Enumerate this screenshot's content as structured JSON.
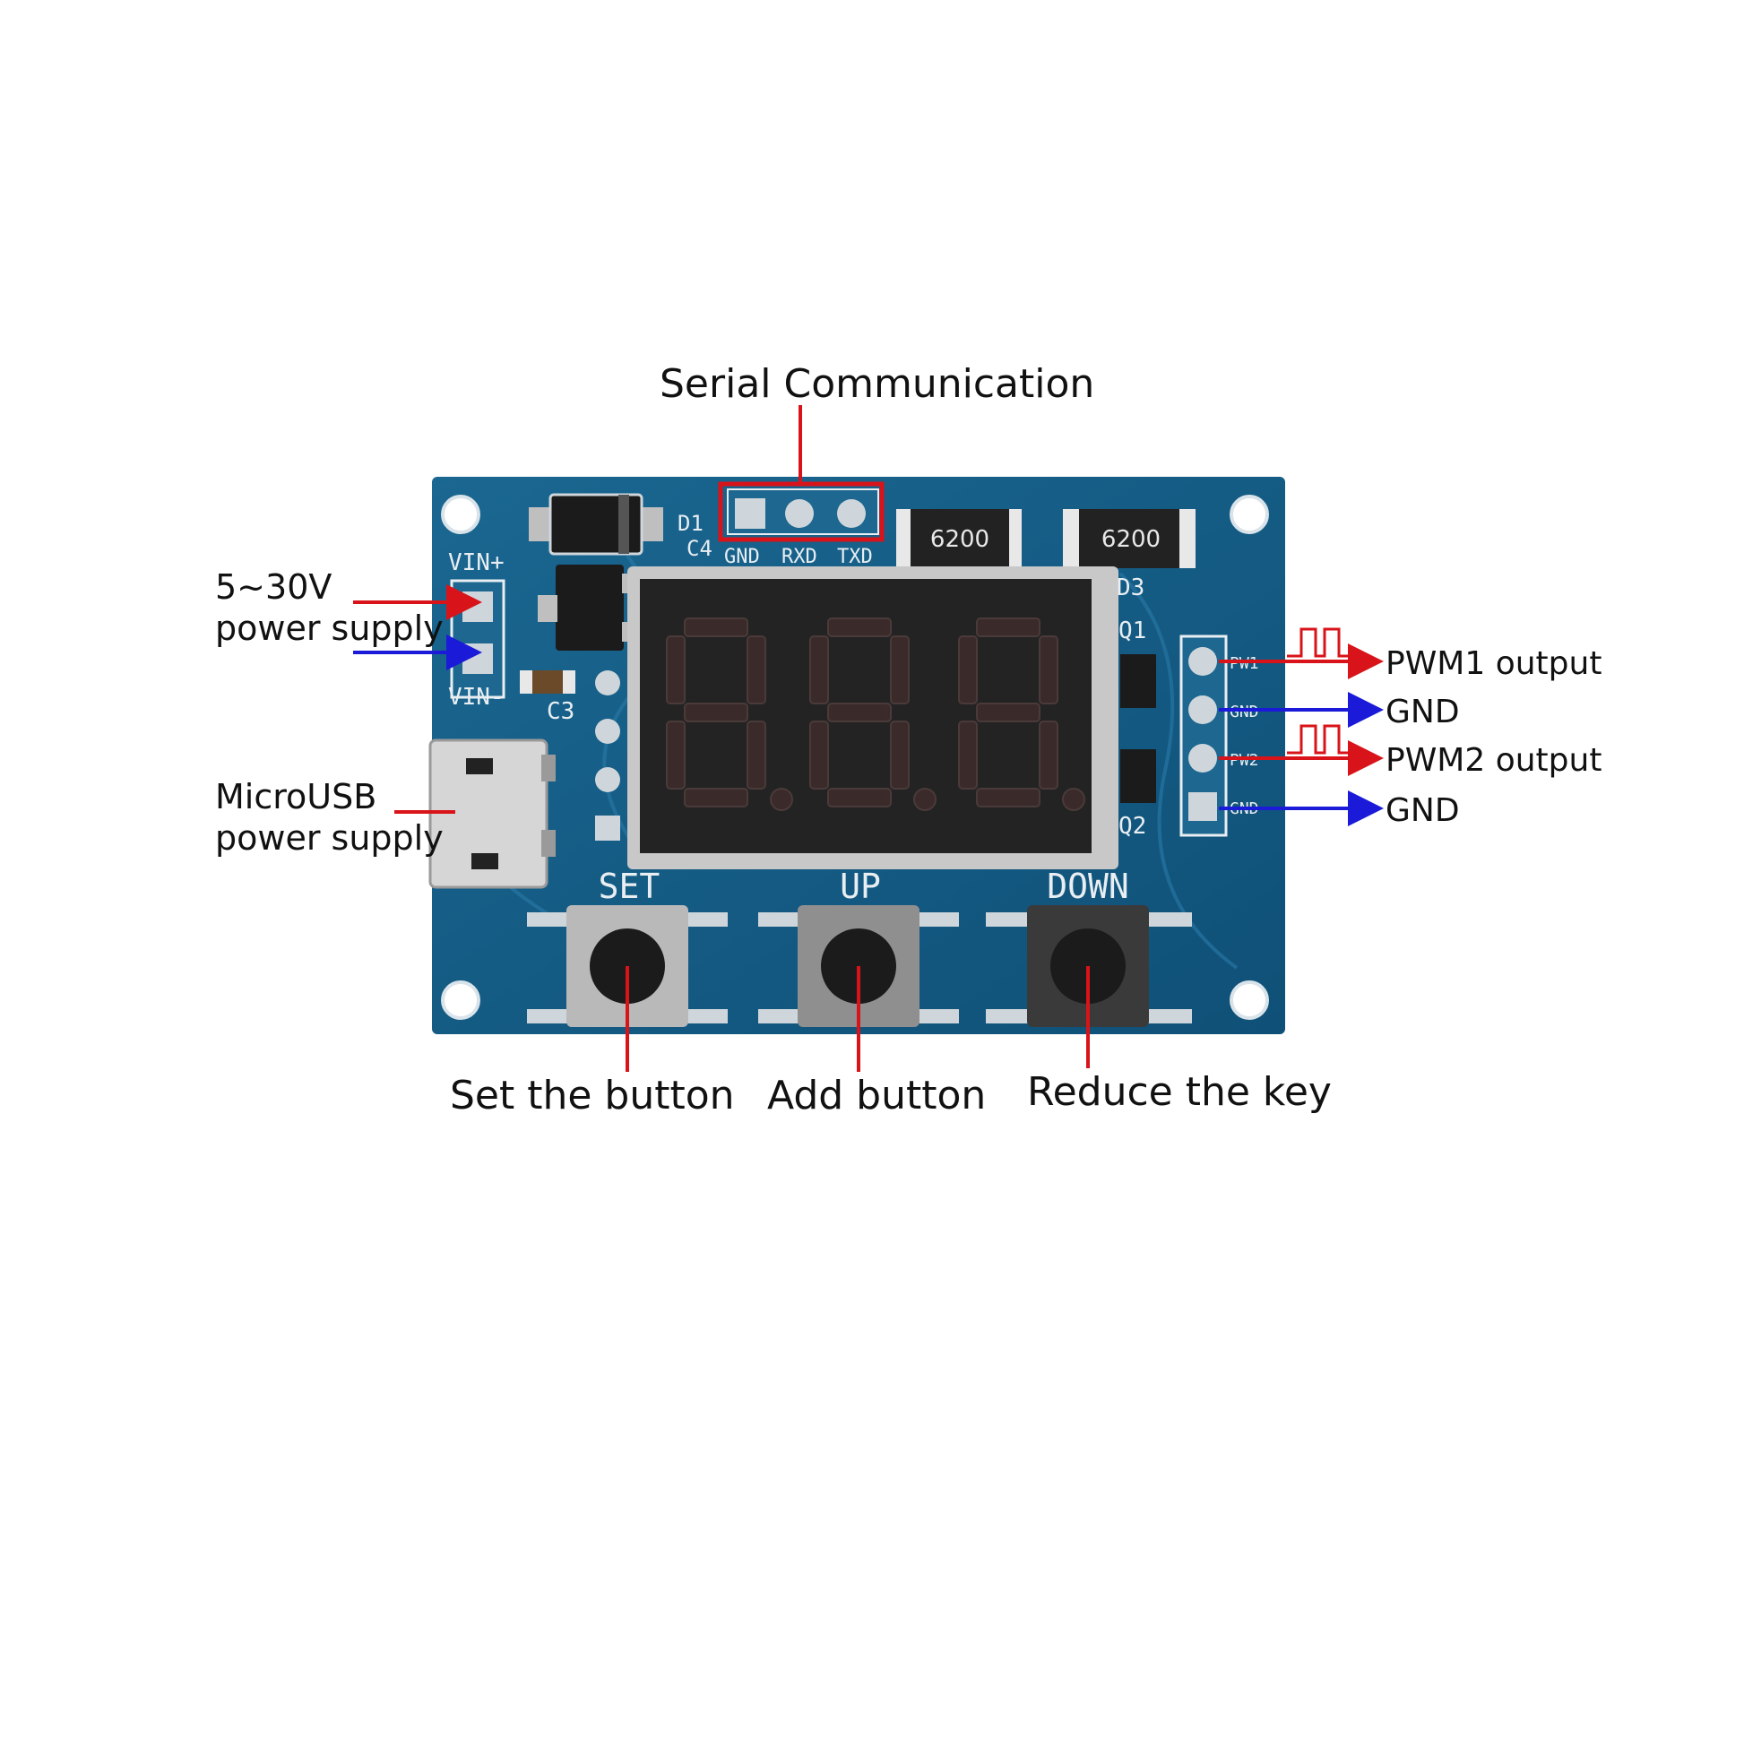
{
  "colors": {
    "pcb": "#145a82",
    "pcb_light": "#1f6f9c",
    "silkscreen": "#e8eef2",
    "red_arrow": "#d8141a",
    "blue_arrow": "#1a1ad8",
    "led_off": "#3a2a2a",
    "display_body": "#2b2b2b",
    "display_bezel": "#c8c8c8"
  },
  "callouts": {
    "serial": "Serial Communication",
    "power_voltage": "5~30V",
    "power_supply": "power supply",
    "microusb": "MicroUSB",
    "microusb_supply": "power supply",
    "pwm1": "PWM1 output",
    "gnd1": "GND",
    "pwm2": "PWM2 output",
    "gnd2": "GND",
    "set_button": "Set the button",
    "add_button": "Add button",
    "reduce_key": "Reduce the key"
  },
  "board": {
    "vin_plus": "VIN+",
    "vin_minus": "VIN-",
    "d1": "D1",
    "c4": "C4",
    "c3": "C3",
    "d3": "D3",
    "q1": "Q1",
    "q2": "Q2",
    "header_labels": [
      "GND",
      "RXD",
      "TXD"
    ],
    "chip1": "6200",
    "chip2": "6200",
    "pwm_pins": [
      "PW1",
      "GND",
      "PW2",
      "GND"
    ],
    "button_labels": [
      "SET",
      "UP",
      "DOWN"
    ],
    "display_digits": [
      "8.",
      "8.",
      "8."
    ]
  },
  "icons": {
    "pulse_waveform": "square-wave-icon",
    "arrow": "arrow-head-icon"
  }
}
